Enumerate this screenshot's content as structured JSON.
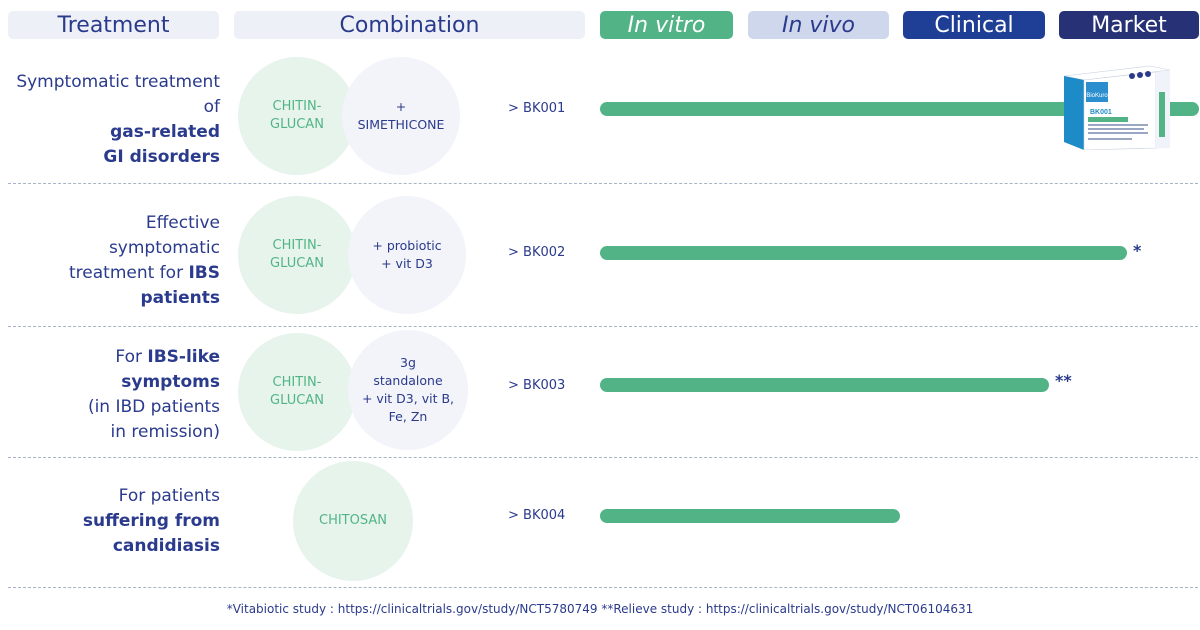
{
  "headers": {
    "treatment": "Treatment",
    "combination": "Combination",
    "in_vitro": "In vitro",
    "in_vivo": "In vivo",
    "clinical": "Clinical",
    "market": "Market"
  },
  "rows": [
    {
      "treatment_pre": "Symptomatic treatment of",
      "treatment_bold1": "gas-related",
      "treatment_bold2": "GI disorders",
      "green": "CHITIN-\nGLUCAN",
      "gray": "+\nSIMETHICONE",
      "code": "> BK001",
      "progress_stage": "Market",
      "progress_fraction": 1.0,
      "mark": ""
    },
    {
      "treatment_l1": "Effective",
      "treatment_l2": "symptomatic",
      "treatment_l3_pre": "treatment for ",
      "treatment_l3_bold": "IBS",
      "treatment_l4_bold": "patients",
      "green": "CHITIN-\nGLUCAN",
      "gray": "+ probiotic\n+ vit D3",
      "code": "> BK002",
      "progress_stage": "Clinical",
      "progress_fraction": 0.88,
      "mark": "*"
    },
    {
      "treatment_l1_pre": "For ",
      "treatment_l1_bold": "IBS-like",
      "treatment_l2_bold": "symptoms",
      "treatment_l3": "(in IBD patients",
      "treatment_l4": "in remission)",
      "green": "CHITIN-\nGLUCAN",
      "gray": "3g\nstandalone\n+ vit D3, vit B,\nFe, Zn",
      "code": "> BK003",
      "progress_stage": "Clinical",
      "progress_fraction": 0.75,
      "mark": "**"
    },
    {
      "treatment_l1": "For patients",
      "treatment_l2_bold": "suffering from",
      "treatment_l3_bold": "candidiasis",
      "green": "CHITOSAN",
      "code": "> BK004",
      "progress_stage": "In vivo",
      "progress_fraction": 0.5,
      "mark": ""
    }
  ],
  "product_box": {
    "brand": "BioKuro",
    "product": "BK001"
  },
  "footer": "*Vitabiotic study : https://clinicaltrials.gov/study/NCT5780749 **Relieve study : https://clinicaltrials.gov/study/NCT06104631",
  "colors": {
    "green": "#52b486",
    "navy": "#2a3a8c",
    "clinical": "#1f3e96",
    "market": "#263176"
  }
}
